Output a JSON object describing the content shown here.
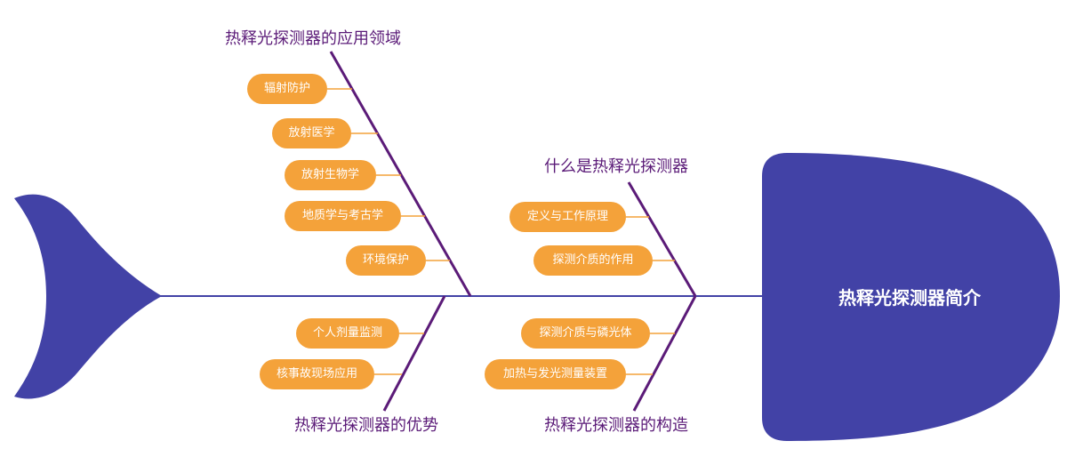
{
  "title": "热释光探测器简介",
  "colors": {
    "fish": "#4242a6",
    "bone": "#5b1b78",
    "pill": "#f4a23a",
    "pill_text": "#ffffff"
  },
  "categories": {
    "applications": {
      "label": "热释光探测器的应用领域",
      "items": [
        "辐射防护",
        "放射医学",
        "放射生物学",
        "地质学与考古学",
        "环境保护"
      ]
    },
    "what_is": {
      "label": "什么是热释光探测器",
      "items": [
        "定义与工作原理",
        "探测介质的作用"
      ]
    },
    "advantages": {
      "label": "热释光探测器的优势",
      "items": [
        "个人剂量监测",
        "核事故现场应用"
      ]
    },
    "structure": {
      "label": "热释光探测器的构造",
      "items": [
        "探测介质与磷光体",
        "加热与发光测量装置"
      ]
    }
  }
}
